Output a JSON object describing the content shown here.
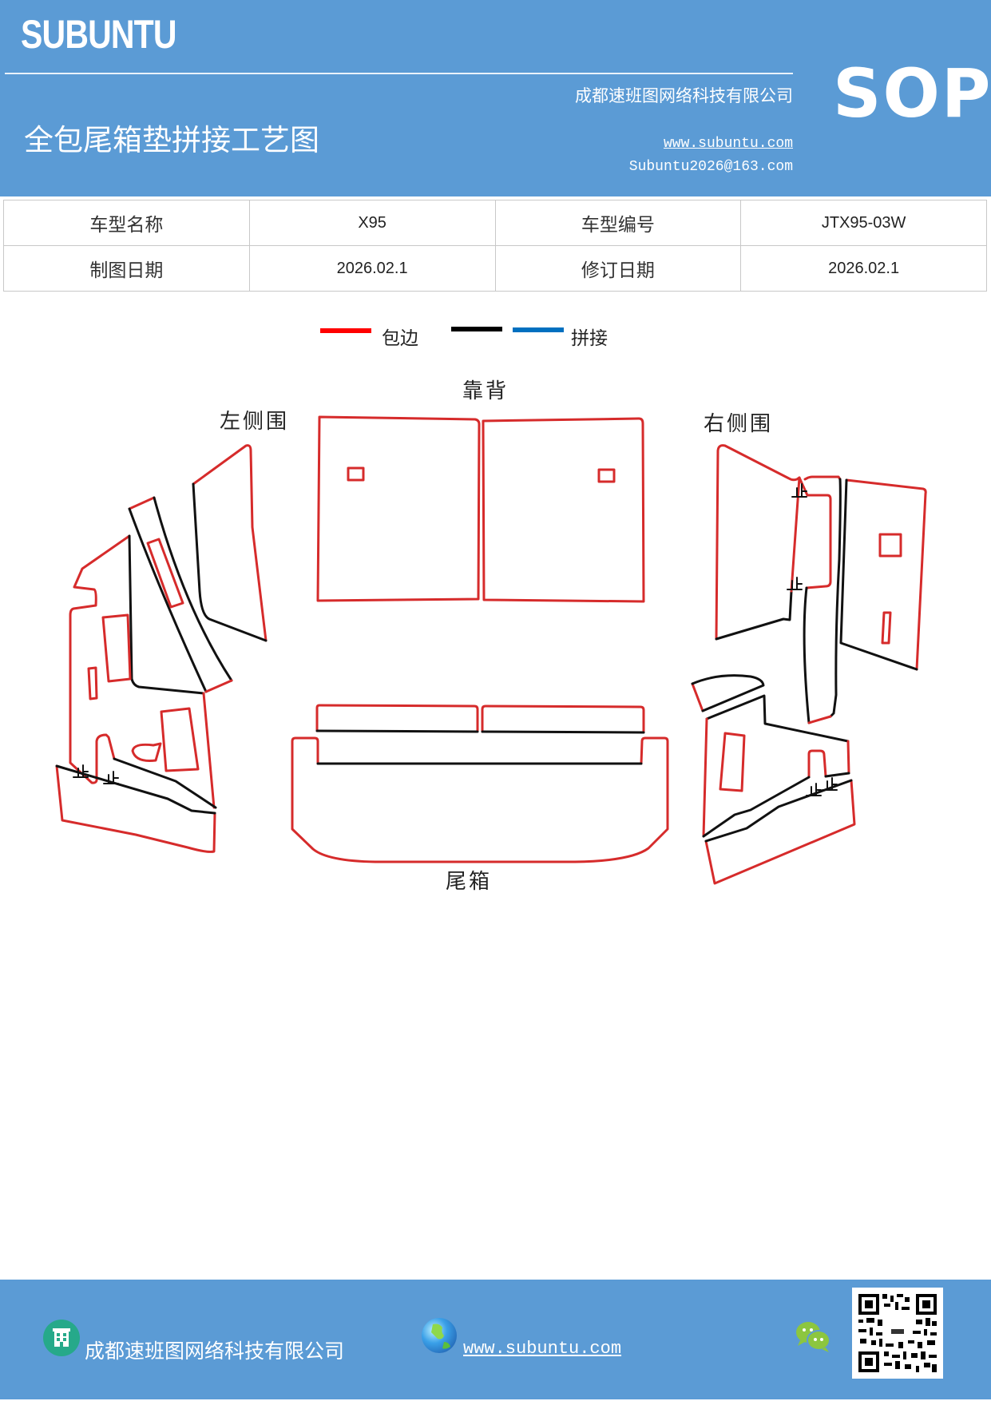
{
  "header": {
    "brand": "SUBUNTU",
    "title": "全包尾箱垫拼接工艺图",
    "company": "成都速班图网络科技有限公司",
    "website": "www.subuntu.com",
    "email": "Subuntu2026@163.com",
    "badge": "SOP",
    "background_color": "#5b9bd5"
  },
  "info_table": {
    "rows": [
      {
        "label1": "车型名称",
        "value1": "X95",
        "label2": "车型编号",
        "value2": "JTX95-03W"
      },
      {
        "label1": "制图日期",
        "value1": "2026.02.1",
        "label2": "修订日期",
        "value2": "2026.02.1"
      }
    ]
  },
  "legend": {
    "items": [
      {
        "label": "包边",
        "color": "#ff0000"
      },
      {
        "label": "",
        "color": "#000000"
      },
      {
        "label": "拼接",
        "color": "#0070c0"
      }
    ]
  },
  "diagram": {
    "labels": {
      "backrest": "靠背",
      "left_side": "左侧围",
      "right_side": "右侧围",
      "trunk": "尾箱"
    },
    "stop_mark": "止",
    "edge_color": "#d62b2b",
    "seam_color": "#111111"
  },
  "footer": {
    "company": "成都速班图网络科技有限公司",
    "website": "www.subuntu.com",
    "icons": [
      "building-icon",
      "globe-icon",
      "wechat-icon",
      "qr-code"
    ]
  }
}
